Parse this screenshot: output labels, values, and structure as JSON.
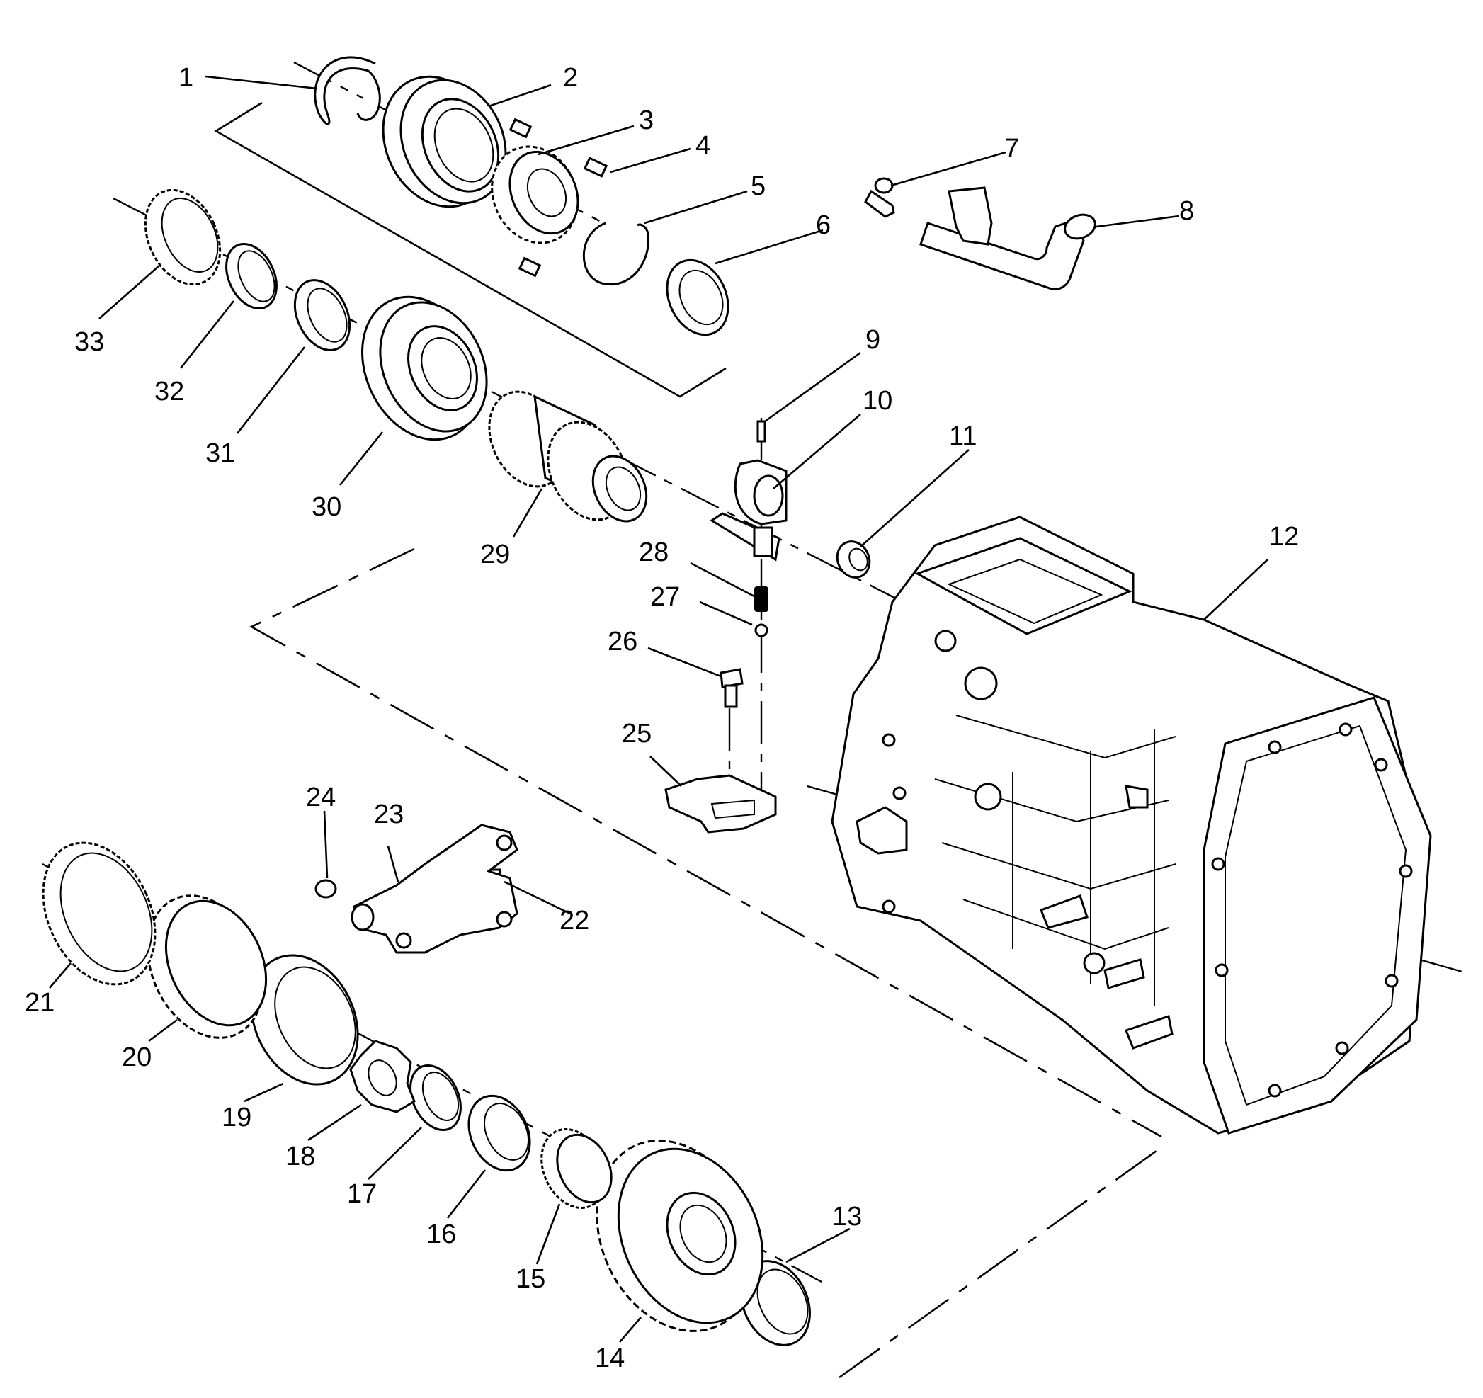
{
  "diagram": {
    "colors": {
      "ink": "#000000",
      "paper": "#ffffff"
    },
    "callouts": [
      {
        "id": "1",
        "label": "1"
      },
      {
        "id": "2",
        "label": "2"
      },
      {
        "id": "3",
        "label": "3"
      },
      {
        "id": "4",
        "label": "4"
      },
      {
        "id": "5",
        "label": "5"
      },
      {
        "id": "6",
        "label": "6"
      },
      {
        "id": "7",
        "label": "7"
      },
      {
        "id": "8",
        "label": "8"
      },
      {
        "id": "9",
        "label": "9"
      },
      {
        "id": "10",
        "label": "10"
      },
      {
        "id": "11",
        "label": "11"
      },
      {
        "id": "12",
        "label": "12"
      },
      {
        "id": "13",
        "label": "13"
      },
      {
        "id": "14",
        "label": "14"
      },
      {
        "id": "15",
        "label": "15"
      },
      {
        "id": "16",
        "label": "16"
      },
      {
        "id": "17",
        "label": "17"
      },
      {
        "id": "18",
        "label": "18"
      },
      {
        "id": "19",
        "label": "19"
      },
      {
        "id": "20",
        "label": "20"
      },
      {
        "id": "21",
        "label": "21"
      },
      {
        "id": "22",
        "label": "22"
      },
      {
        "id": "23",
        "label": "23"
      },
      {
        "id": "24",
        "label": "24"
      },
      {
        "id": "25",
        "label": "25"
      },
      {
        "id": "26",
        "label": "26"
      },
      {
        "id": "27",
        "label": "27"
      },
      {
        "id": "28",
        "label": "28"
      },
      {
        "id": "29",
        "label": "29"
      },
      {
        "id": "30",
        "label": "30"
      },
      {
        "id": "31",
        "label": "31"
      },
      {
        "id": "32",
        "label": "32"
      },
      {
        "id": "33",
        "label": "33"
      }
    ]
  }
}
